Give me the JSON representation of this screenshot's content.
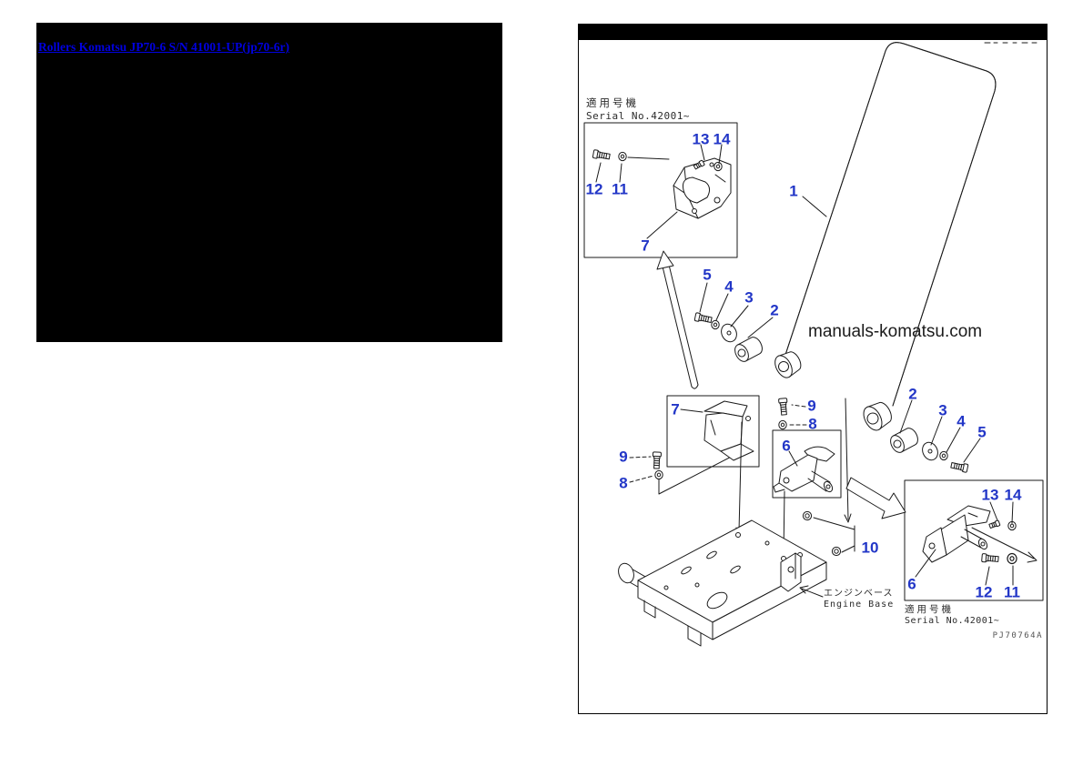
{
  "header": {
    "link_text": "Rollers Komatsu JP70-6 S/N 41001-UP(jp70-6r)"
  },
  "watermark": {
    "text": "manuals-komatsu.com"
  },
  "diagram": {
    "serial_top": {
      "jp": "適用号機",
      "en": "Serial No.42001~"
    },
    "serial_bottom": {
      "jp": "適用号機",
      "en": "Serial No.42001~"
    },
    "engine_base": {
      "jp": "エンジンベース",
      "en": "Engine Base"
    },
    "drawing_number": "PJ70764A",
    "colors": {
      "callout_blue": "#2236c7",
      "link_blue": "#0101e0",
      "line": "#1a1a1a"
    },
    "callouts": {
      "n1": "1",
      "n2_left": "2",
      "n3_left": "3",
      "n4_left": "4",
      "n5_left": "5",
      "n2_right": "2",
      "n3_right": "3",
      "n4_right": "4",
      "n5_right": "5",
      "n6_mid": "6",
      "n6_inset": "6",
      "n7_top": "7",
      "n7_mid": "7",
      "n8_left": "8",
      "n8_right": "8",
      "n9_left": "9",
      "n9_right": "9",
      "n10": "10",
      "n11_top": "11",
      "n11_inset": "11",
      "n12_top": "12",
      "n12_inset": "12",
      "n13_top": "13",
      "n13_inset": "13",
      "n14_top": "14",
      "n14_inset": "14"
    }
  }
}
